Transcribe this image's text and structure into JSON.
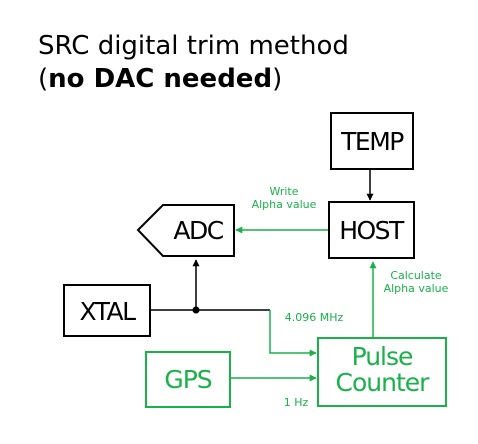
{
  "title": {
    "line1": "SRC digital trim method",
    "line2_open": "(",
    "line2_bold": "no DAC needed",
    "line2_close": ")"
  },
  "blocks": {
    "temp": "TEMP",
    "host": "HOST",
    "adc": "ADC",
    "xtal": "XTAL",
    "gps": "GPS",
    "pulse_counter": [
      "Pulse",
      "Counter"
    ]
  },
  "labels": {
    "write_alpha": [
      "Write",
      "Alpha value"
    ],
    "calculate_alpha": [
      "Calculate",
      "Alpha value"
    ],
    "xtal_freq": "4.096 MHz",
    "gps_freq": "1 Hz"
  },
  "colors": {
    "signal_green": "#1ab14a",
    "black": "#000000"
  }
}
